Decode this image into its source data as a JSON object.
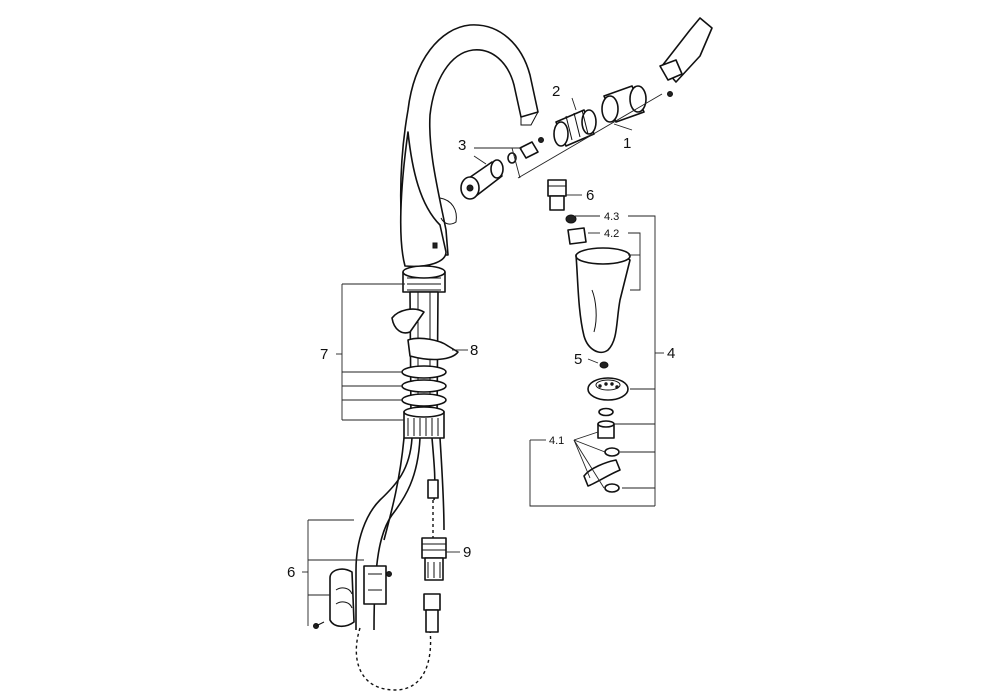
{
  "diagram": {
    "callouts": {
      "c1": "1",
      "c2": "2",
      "c3": "3",
      "c4": "4",
      "c4_1": "4.1",
      "c4_2": "4.2",
      "c4_3": "4.3",
      "c5": "5",
      "c6_top": "6",
      "c6_bottom": "6",
      "c7": "7",
      "c8": "8",
      "c9": "9"
    }
  }
}
